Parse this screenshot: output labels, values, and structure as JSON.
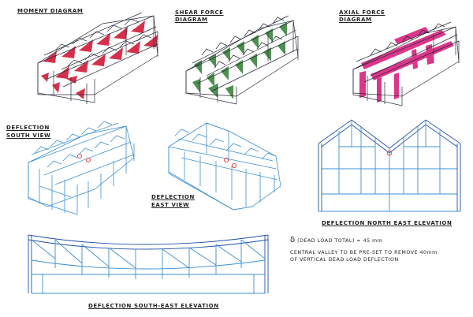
{
  "labels": {
    "moment": "MOMENT DIAGRAM",
    "shear_1": "SHEAR FORCE",
    "shear_2": "DIAGRAM",
    "axial_1": "AXIAL FORCE",
    "axial_2": "DIAGRAM",
    "defl_south_1": "DEFLECTION",
    "defl_south_2": "SOUTH VIEW",
    "defl_east_1": "DEFLECTION",
    "defl_east_2": "EAST VIEW",
    "defl_ne": "DEFLECTION  NORTH EAST ELEVATION",
    "defl_se": "DEFLECTION  SOUTH-EAST ELEVATION"
  },
  "notes": {
    "line1_symbol": "δ",
    "line1_text": "(DEAD LOAD TOTAL)  =  45 mm",
    "line2": "CENTRAL VALLEY TO BE PRE-SET TO REMOVE 40mm",
    "line3": "OF VERTICAL DEAD LOAD DEFLECTION"
  },
  "colors": {
    "frame": "#2a2a3a",
    "moment": "#d21f3c",
    "shear": "#2e7d32",
    "axial": "#d81b7a",
    "deflection": "#3b8fd6",
    "deflection_dark": "#1f4fa8",
    "marker": "#e53935"
  }
}
